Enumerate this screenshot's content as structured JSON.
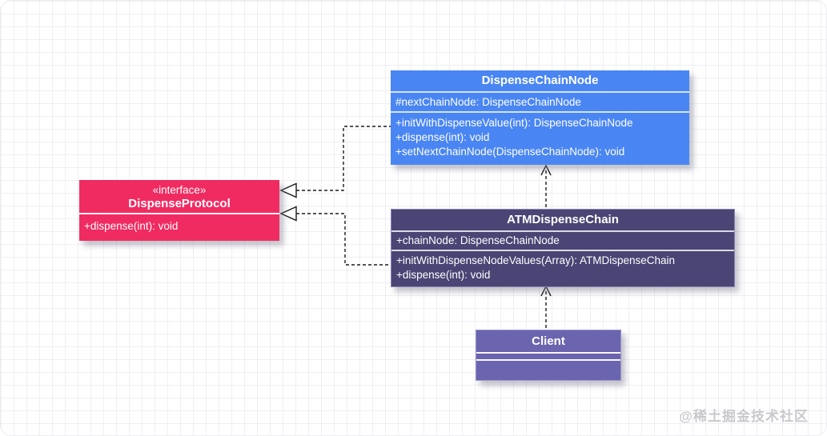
{
  "page": {
    "watermark": "@稀土掘金技术社区"
  },
  "colors": {
    "class_blue": "#4a86f3",
    "interface_pink": "#f02b61",
    "class_dark_purple": "#4a4574",
    "class_purple": "#6b64ae",
    "connector": "#1b1b1b",
    "text": "#ffffff",
    "grid_line": "#e3e3ee",
    "watermark_gray": "#c9c9cd"
  },
  "classes": {
    "dispense_chain_node": {
      "title": "DispenseChainNode",
      "attributes": [
        "#nextChainNode: DispenseChainNode"
      ],
      "methods": [
        "+initWithDispenseValue(int): DispenseChainNode",
        "+dispense(int): void",
        "+setNextChainNode(DispenseChainNode): void"
      ]
    },
    "dispense_protocol": {
      "stereotype": "«interface»",
      "title": "DispenseProtocol",
      "attributes": [],
      "methods": [
        "+dispense(int): void"
      ]
    },
    "atm_dispense_chain": {
      "title": "ATMDispenseChain",
      "attributes": [
        "+chainNode: DispenseChainNode"
      ],
      "methods": [
        "+initWithDispenseNodeValues(Array): ATMDispenseChain",
        "+dispense(int): void"
      ]
    },
    "client": {
      "title": "Client",
      "attributes": [],
      "methods": []
    }
  },
  "relations": [
    {
      "from": "DispenseChainNode",
      "to": "DispenseProtocol",
      "type": "realization",
      "line": "dashed-hollow-triangle"
    },
    {
      "from": "ATMDispenseChain",
      "to": "DispenseProtocol",
      "type": "realization",
      "line": "dashed-hollow-triangle"
    },
    {
      "from": "ATMDispenseChain",
      "to": "DispenseChainNode",
      "type": "dependency",
      "line": "dashed-open-arrow"
    },
    {
      "from": "Client",
      "to": "ATMDispenseChain",
      "type": "dependency",
      "line": "dashed-open-arrow"
    }
  ]
}
